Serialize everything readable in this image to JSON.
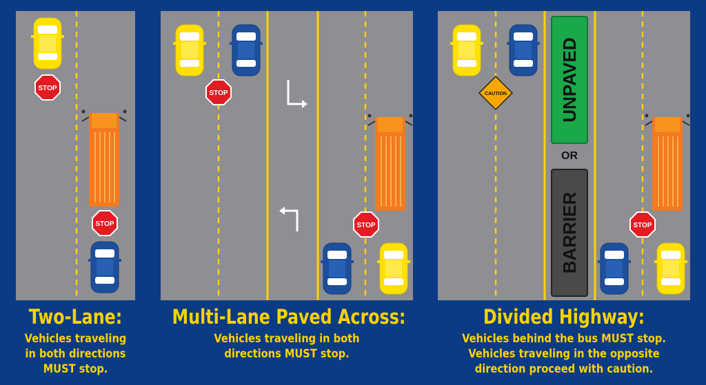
{
  "panels": [
    {
      "title": "Two-Lane:",
      "description": [
        "Vehicles traveling",
        "in both directions",
        "MUST stop."
      ]
    },
    {
      "title": "Multi-Lane Paved Across:",
      "description": [
        "Vehicles traveling in both",
        "directions MUST stop."
      ]
    },
    {
      "title": "Divided Highway:",
      "description": [
        "Vehicles behind the bus MUST stop.",
        "Vehicles traveling in the opposite",
        "direction proceed with caution."
      ]
    }
  ],
  "signs": {
    "stop": "STOP",
    "caution": "CAUTION",
    "unpaved": "UNPAVED",
    "or": "OR",
    "barrier": "BARRIER"
  },
  "colors": {
    "background": "#0b3b85",
    "road": "#8e8e93",
    "lane_line": "#ffd200",
    "title_text": "#ffd200",
    "stop_sign": "#e31b23",
    "bus": "#f47920",
    "unpaved_sign": "#1aa84a",
    "barrier_sign": "#4a4a4a",
    "caution_sign": "#f7a800"
  }
}
